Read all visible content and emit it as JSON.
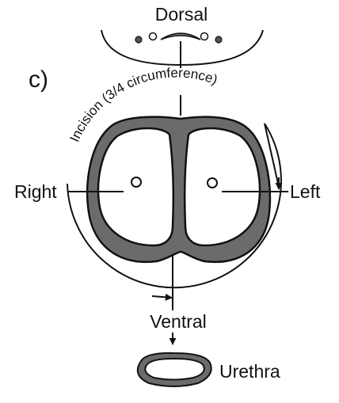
{
  "panel_label": "c)",
  "orientation": {
    "top": "Dorsal",
    "bottom": "Ventral",
    "left": "Right",
    "right": "Left"
  },
  "incision_label": "Incision (3/4 circumference)",
  "urethra_label": "Urethra",
  "colors": {
    "tissue_fill": "#6b6b6b",
    "outline": "#111111",
    "background": "#ffffff"
  }
}
